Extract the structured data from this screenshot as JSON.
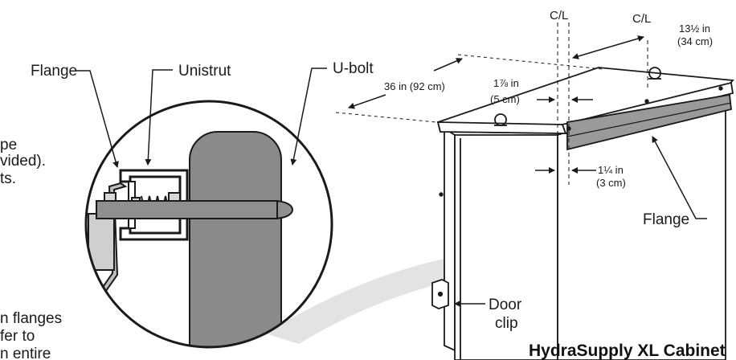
{
  "labels": {
    "flange_left": "Flange",
    "unistrut": "Unistrut",
    "ubolt": "U-bolt",
    "flange_right": "Flange",
    "door_clip_line1": "Door",
    "door_clip_line2": "clip",
    "cl_1": "C/L",
    "cl_2": "C/L"
  },
  "left_text": {
    "line1": "pe",
    "line2": "vided).",
    "line3": "ts.",
    "line4": "n flanges",
    "line5": "fer to",
    "line6": "n entire"
  },
  "dimensions": {
    "depth": "36 in (92 cm)",
    "offset_top_line1": "1⅞ in",
    "offset_top_line2": "(5 cm)",
    "spacing_line1": "13½ in",
    "spacing_line2": "(34 cm)",
    "offset_side_line1": "1¼ in",
    "offset_side_line2": "(3 cm)"
  },
  "title": "HydraSupply XL Cabinet",
  "colors": {
    "ink": "#1a1a1a",
    "pipe": "#8a8a8a",
    "flange_bar": "#9a9a9a",
    "arrow_fill": "#e3e3e3"
  }
}
